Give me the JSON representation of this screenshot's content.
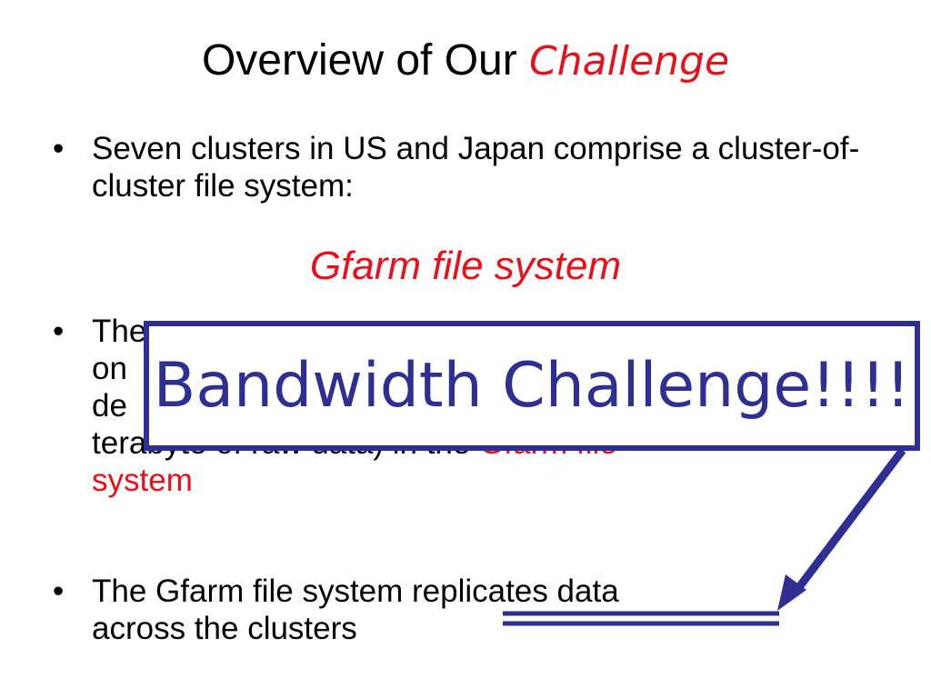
{
  "title": {
    "main": "Overview of Our ",
    "accent": "Challenge"
  },
  "bullets": [
    {
      "marker": "•",
      "text": "Seven clusters in US and Japan comprise a cluster-of-cluster file system:"
    },
    {
      "marker": "•",
      "visible_start": "The",
      "visible_line2": "on",
      "visible_line3": "de",
      "line4_prefix": "terabyte of raw data) in the ",
      "line4_red": "Gfarm file",
      "line5_red": "system"
    },
    {
      "marker": "•",
      "line1_prefix": "The Gfarm file system ",
      "line1_underlined": "replicates data",
      "line2": "across the clusters"
    }
  ],
  "center_line": "Gfarm file system",
  "callout": "Bandwidth Challenge!!!!",
  "colors": {
    "accent_red": "#e8101a",
    "callout_blue": "#2e2e93",
    "text": "#000000",
    "background": "#ffffff"
  }
}
